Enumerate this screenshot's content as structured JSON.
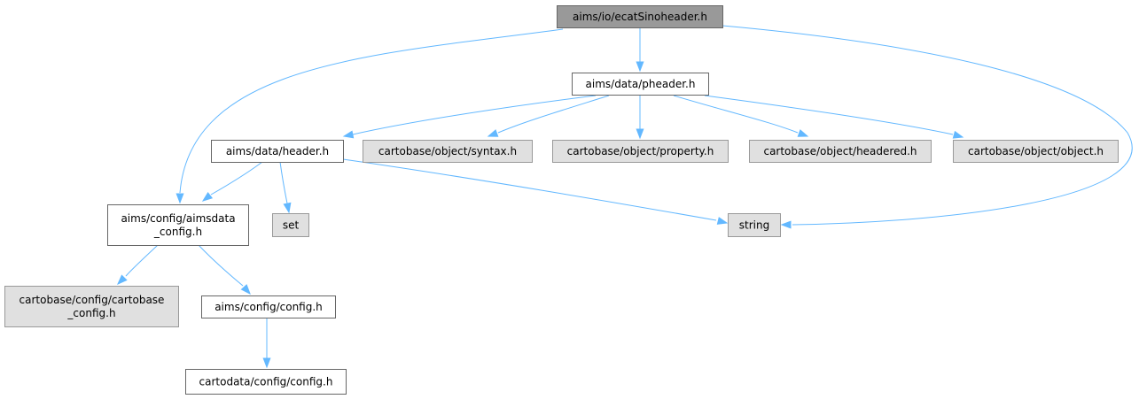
{
  "colors": {
    "edge": "#63b8ff",
    "root_fill": "#999999",
    "root_stroke": "#666666",
    "documented_fill": "#ffffff",
    "documented_stroke": "#666666",
    "external_fill": "#e0e0e0",
    "external_stroke": "#999999"
  },
  "nodes": [
    {
      "id": "ecatSinoheader",
      "label": "aims/io/ecatSinoheader.h",
      "kind": "root"
    },
    {
      "id": "pheader",
      "label": "aims/data/pheader.h",
      "kind": "documented"
    },
    {
      "id": "header",
      "label": "aims/data/header.h",
      "kind": "documented"
    },
    {
      "id": "syntax",
      "label": "cartobase/object/syntax.h",
      "kind": "external"
    },
    {
      "id": "property",
      "label": "cartobase/object/property.h",
      "kind": "external"
    },
    {
      "id": "headered",
      "label": "cartobase/object/headered.h",
      "kind": "external"
    },
    {
      "id": "object",
      "label": "cartobase/object/object.h",
      "kind": "external"
    },
    {
      "id": "aimsdata_config",
      "label": "aims/config/aimsdata\n_config.h",
      "kind": "documented"
    },
    {
      "id": "set",
      "label": "set",
      "kind": "external"
    },
    {
      "id": "string",
      "label": "string",
      "kind": "external"
    },
    {
      "id": "cartobase_config",
      "label": "cartobase/config/cartobase\n_config.h",
      "kind": "external"
    },
    {
      "id": "aims_config",
      "label": "aims/config/config.h",
      "kind": "documented"
    },
    {
      "id": "cartodata_config",
      "label": "cartodata/config/config.h",
      "kind": "documented"
    }
  ],
  "edges": [
    {
      "from": "ecatSinoheader",
      "to": "pheader"
    },
    {
      "from": "ecatSinoheader",
      "to": "aimsdata_config"
    },
    {
      "from": "ecatSinoheader",
      "to": "string"
    },
    {
      "from": "pheader",
      "to": "header"
    },
    {
      "from": "pheader",
      "to": "syntax"
    },
    {
      "from": "pheader",
      "to": "property"
    },
    {
      "from": "pheader",
      "to": "headered"
    },
    {
      "from": "pheader",
      "to": "object"
    },
    {
      "from": "header",
      "to": "aimsdata_config"
    },
    {
      "from": "header",
      "to": "set"
    },
    {
      "from": "header",
      "to": "string"
    },
    {
      "from": "aimsdata_config",
      "to": "cartobase_config"
    },
    {
      "from": "aimsdata_config",
      "to": "aims_config"
    },
    {
      "from": "aims_config",
      "to": "cartodata_config"
    }
  ]
}
